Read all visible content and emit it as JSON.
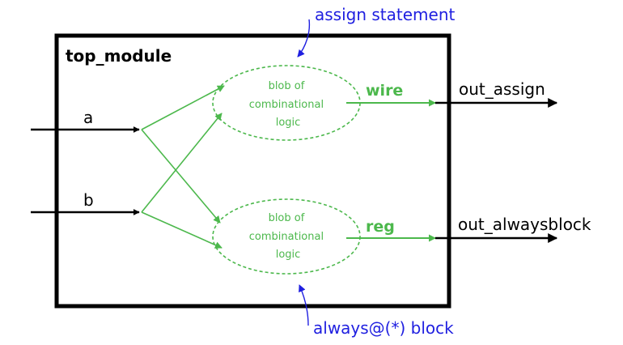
{
  "module": {
    "name": "top_module"
  },
  "inputs": [
    {
      "label": "a"
    },
    {
      "label": "b"
    }
  ],
  "blocks": [
    {
      "blob_lines": [
        "blob of",
        "combinational",
        "logic"
      ],
      "kind": "wire",
      "output": "out_assign",
      "annotation": "assign statement"
    },
    {
      "blob_lines": [
        "blob of",
        "combinational",
        "logic"
      ],
      "kind": "reg",
      "output": "out_alwaysblock",
      "annotation": "always@(*) block"
    }
  ],
  "colors": {
    "wire_black": "#000000",
    "logic_green": "#4cb84c",
    "annotation_blue": "#1f1fe0"
  }
}
